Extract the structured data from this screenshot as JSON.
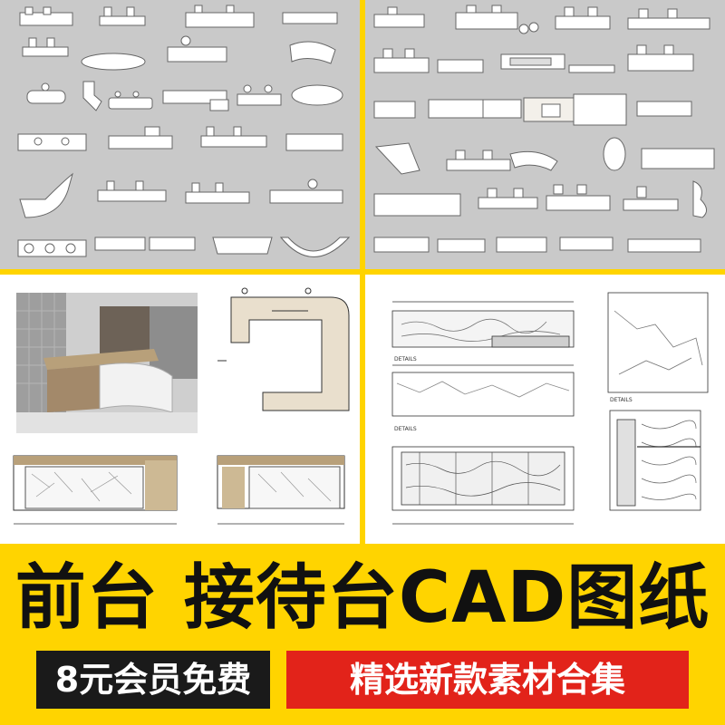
{
  "banner": {
    "title": "前台 接待台CAD图纸",
    "member_badge": "8元会员免费",
    "collection_badge": "精选新款素材合集"
  },
  "panels": {
    "elevation_label": "DETAILS"
  },
  "colors": {
    "banner_bg": "#ffd400",
    "title_text": "#111111",
    "member_badge_bg": "#1a1a1a",
    "collection_badge_bg": "#e2231a",
    "cad_bg": "#c9c9c9",
    "counter_wood": "#b8a07a"
  }
}
